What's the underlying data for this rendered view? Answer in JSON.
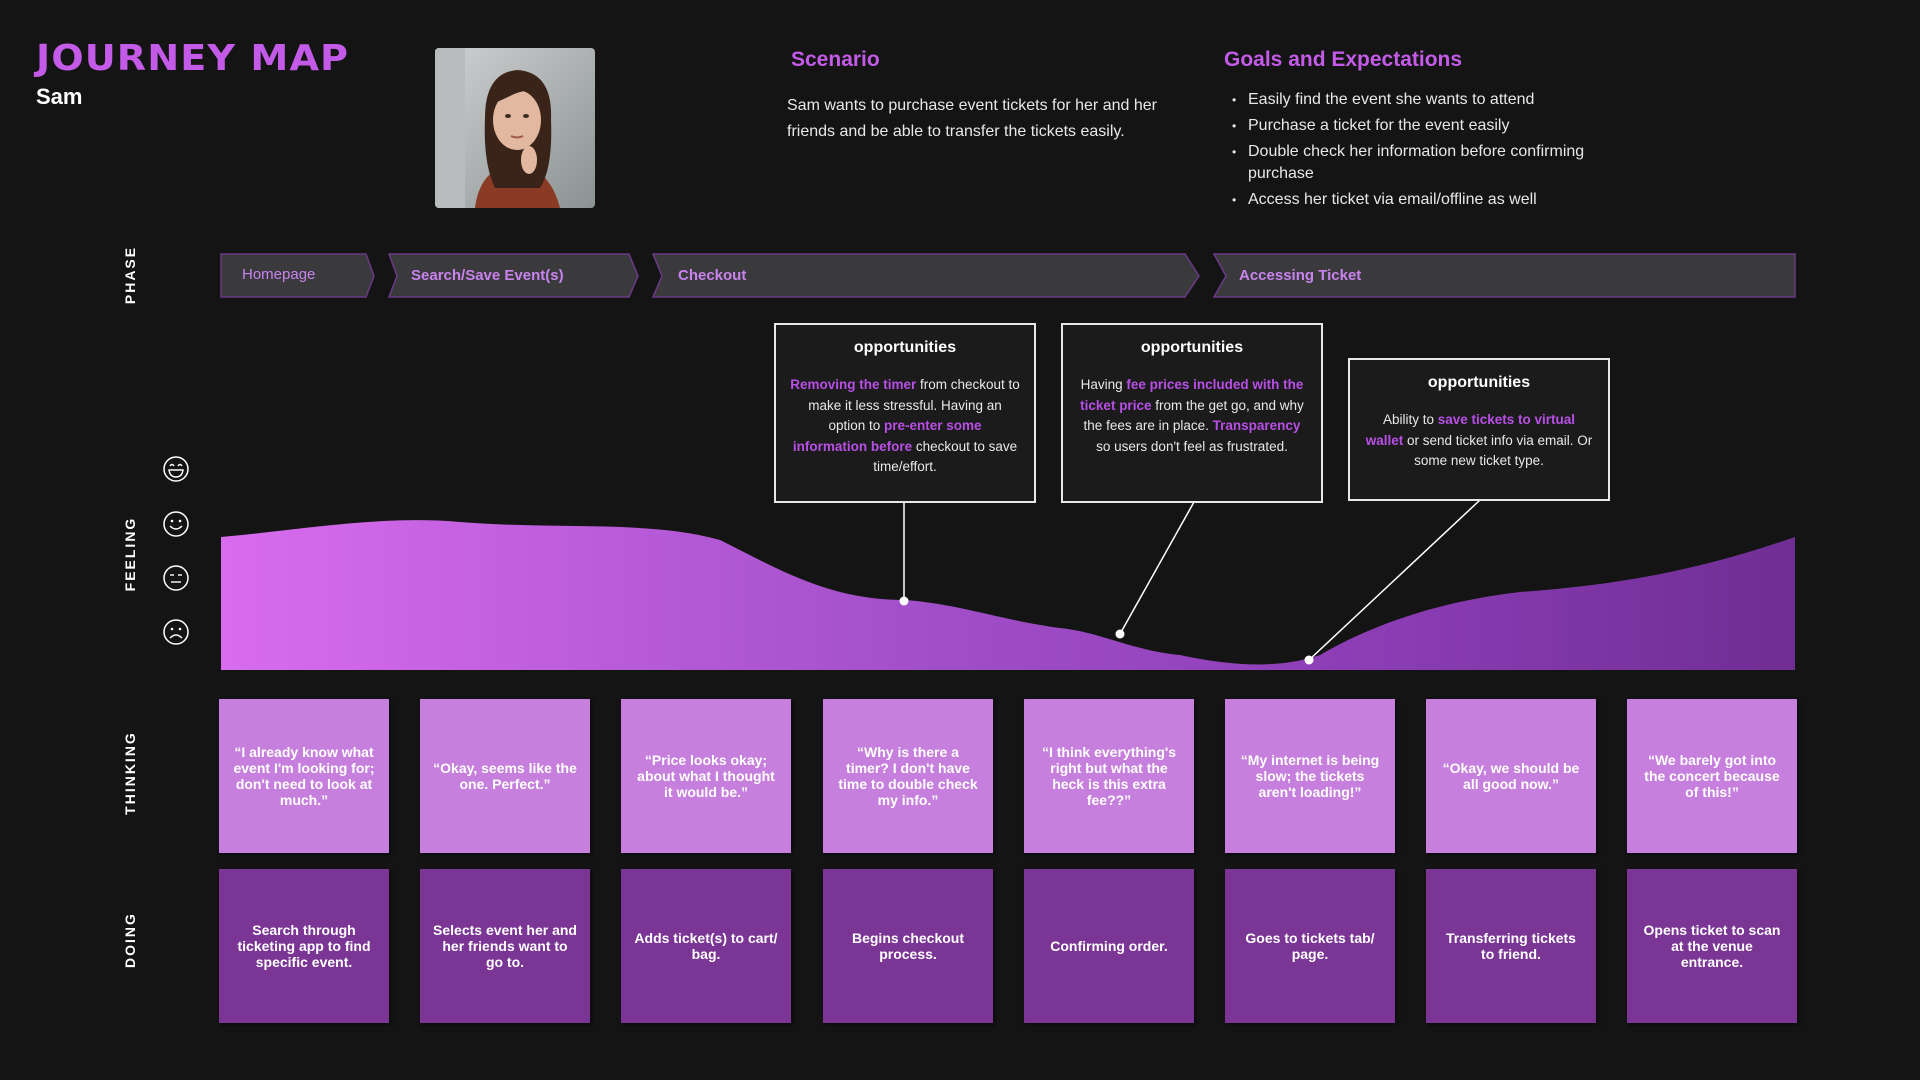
{
  "header": {
    "title": "JOURNEY MAP",
    "persona": "Sam"
  },
  "scenario": {
    "heading": "Scenario",
    "text": "Sam wants to purchase event tickets for her and her friends and be able to transfer the tickets easily."
  },
  "goals": {
    "heading": "Goals and Expectations",
    "items": [
      "Easily find the event she wants to attend",
      "Purchase a ticket for the event easily",
      "Double check her information before confirming purchase",
      "Access her ticket via email/offline as well"
    ]
  },
  "row_labels": {
    "phase": "PHASE",
    "feeling": "FEELING",
    "thinking": "THINKING",
    "doing": "DOING"
  },
  "phases": [
    "Homepage",
    "Search/Save Event(s)",
    "Checkout",
    "Accessing Ticket"
  ],
  "feeling_icons": [
    "laughing-face-icon",
    "smiling-face-icon",
    "neutral-face-icon",
    "sad-face-icon"
  ],
  "opportunities": [
    {
      "heading": "opportunities",
      "segments": [
        {
          "text": "Removing the timer",
          "hl": true
        },
        {
          "text": " from checkout to make it less stressful. Having an option to ",
          "hl": false
        },
        {
          "text": "pre-enter some information before",
          "hl": true
        },
        {
          "text": " checkout to save time/effort.",
          "hl": false
        }
      ]
    },
    {
      "heading": "opportunities",
      "segments": [
        {
          "text": "Having ",
          "hl": false
        },
        {
          "text": "fee prices included with the ticket price",
          "hl": true
        },
        {
          "text": " from the get go, and why the fees are in place. ",
          "hl": false
        },
        {
          "text": "Transparency",
          "hl": true
        },
        {
          "text": " so users don't feel as frustrated.",
          "hl": false
        }
      ]
    },
    {
      "heading": "opportunities",
      "segments": [
        {
          "text": "Ability to ",
          "hl": false
        },
        {
          "text": "save tickets to virtual wallet",
          "hl": true
        },
        {
          "text": " or send ticket info via email. Or some new ticket type.",
          "hl": false
        }
      ]
    }
  ],
  "thinking": [
    "“I already know what event I'm looking for; don't need to look at much.”",
    "“Okay, seems like the one. Perfect.”",
    "“Price looks okay; about what I thought it would be.”",
    "“Why is there a timer? I don't have time to double check my info.”",
    "“I think everything's right but what the heck is this extra fee??”",
    "“My internet is being slow; the tickets aren't loading!”",
    "“Okay, we should be all good now.”",
    "“We barely got into the concert because of this!”"
  ],
  "doing": [
    "Search through ticketing app to find specific event.",
    "Selects event her and her friends want to go to.",
    "Adds ticket(s) to cart/ bag.",
    "Begins checkout process.",
    "Confirming order.",
    "Goes to tickets tab/ page.",
    "Transferring tickets to friend.",
    "Opens ticket to scan at the venue entrance."
  ],
  "colors": {
    "accent": "#c45be8",
    "phase_bar": "#3a3a3d",
    "thinking_card": "#c77fdd",
    "doing_card": "#7a3595",
    "highlight": "#b84fe6"
  }
}
